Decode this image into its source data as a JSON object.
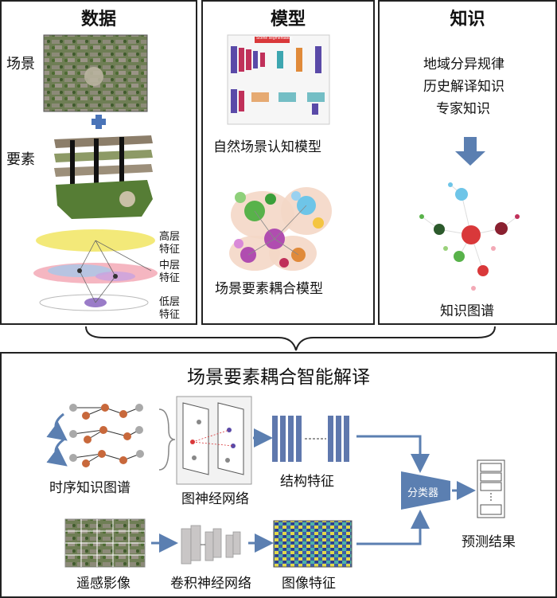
{
  "data_panel": {
    "title": "数据",
    "scene_label": "场景",
    "element_label": "要素",
    "high_feature": [
      "高层",
      "特征"
    ],
    "mid_feature": [
      "中层",
      "特征"
    ],
    "low_feature": [
      "低层",
      "特征"
    ]
  },
  "model_panel": {
    "title": "模型",
    "cnn_title": "Scene segmentation",
    "scene_model_label": "自然场景认知模型",
    "coupling_model_label": "场景要素耦合模型"
  },
  "knowledge_panel": {
    "title": "知识",
    "items": [
      "地域分异规律",
      "历史解译知识",
      "专家知识"
    ],
    "kg_label": "知识图谱"
  },
  "bottom_panel": {
    "title": "场景要素耦合智能解译",
    "temporal_kg_label": "时序知识图谱",
    "gnn_label": "图神经网络",
    "struct_feature_label": "结构特征",
    "classifier_label": "分类器",
    "result_label": "预测结果",
    "rs_image_label": "遥感影像",
    "cnn_label": "卷积神经网络",
    "image_feature_label": "图像特征"
  },
  "colors": {
    "arrow": "#5b7fb1",
    "classifier": "#5b7fb1",
    "feature_bar": "#5f78ad",
    "kg_red": "#d9383a",
    "kg_green": "#58b24a",
    "node_orange": "#c8683b",
    "node_grey": "#a9a9a9"
  }
}
